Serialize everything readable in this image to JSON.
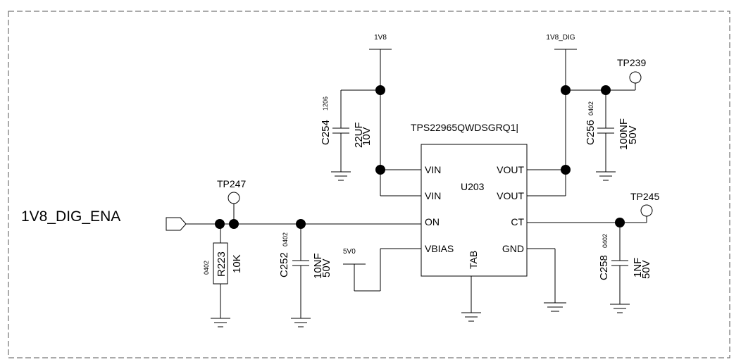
{
  "schematic": {
    "input_net": "1V8_DIG_ENA",
    "rails": {
      "vin": "1V8",
      "vout": "1V8_DIG",
      "bias": "5V0"
    },
    "ic": {
      "part_number": "TPS22965QWDSGRQ1|",
      "refdes": "U203",
      "pins_left": [
        "VIN",
        "VIN",
        "ON",
        "VBIAS"
      ],
      "pins_right": [
        "VOUT",
        "VOUT",
        "CT",
        "GND"
      ],
      "pin_bottom": "TAB"
    },
    "test_points": {
      "tp239": "TP239",
      "tp247": "TP247",
      "tp245": "TP245"
    },
    "resistor": {
      "refdes": "R223",
      "value": "10K",
      "package": "0402"
    },
    "capacitors": {
      "c254": {
        "refdes": "C254",
        "package": "1206",
        "value": "22UF",
        "voltage": "10V"
      },
      "c256": {
        "refdes": "C256",
        "package": "0402",
        "value": "100NF",
        "voltage": "50V"
      },
      "c252": {
        "refdes": "C252",
        "package": "0402",
        "value": "10NF",
        "voltage": "50V"
      },
      "c258": {
        "refdes": "C258",
        "package": "0402",
        "value": "1NF",
        "voltage": "50V"
      }
    }
  }
}
